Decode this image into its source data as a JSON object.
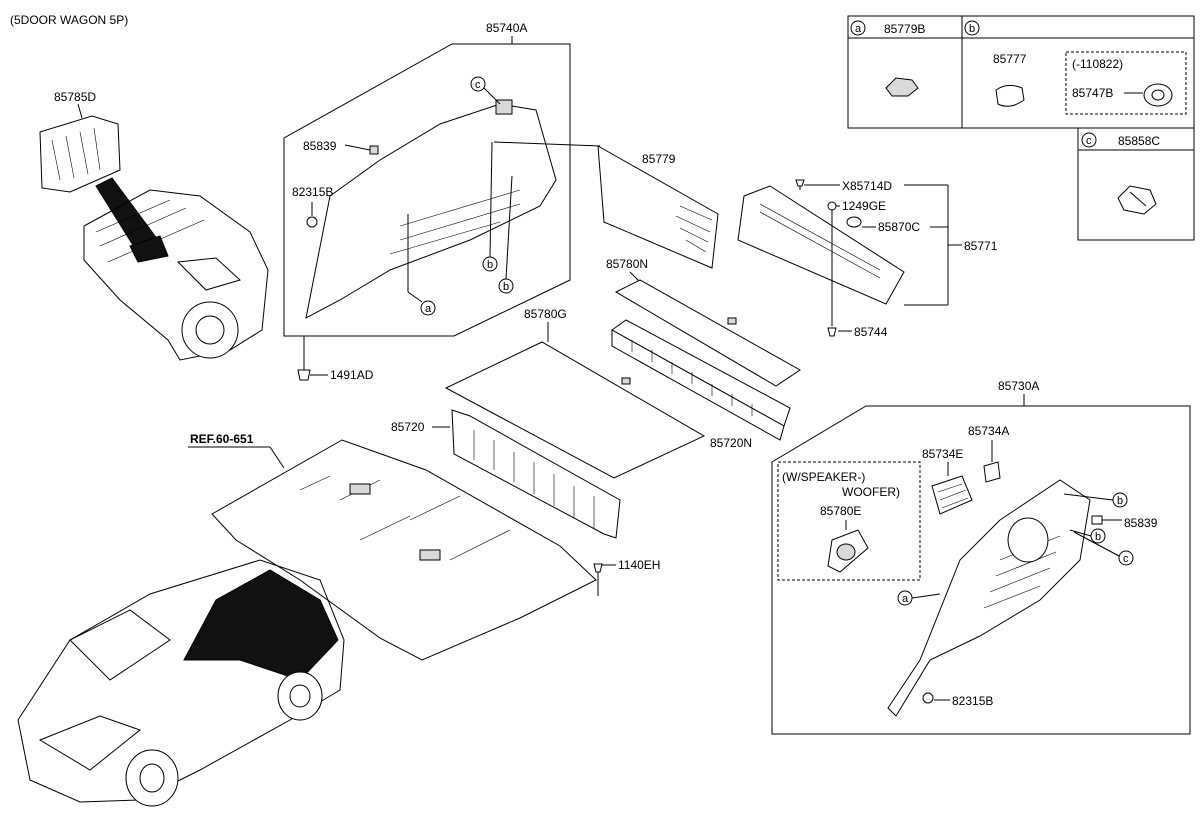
{
  "header": {
    "title": "(5DOOR WAGON 5P)"
  },
  "reference": {
    "label": "REF.60-651"
  },
  "labels": {
    "p85785D": "85785D",
    "p85740A": "85740A",
    "p85839_top": "85839",
    "p82315B_top": "82315B",
    "p1491AD": "1491AD",
    "p85779": "85779",
    "p85780N": "85780N",
    "p85780G": "85780G",
    "p85720": "85720",
    "p85720N": "85720N",
    "pX85714D": "X85714D",
    "p1249GE": "1249GE",
    "p85870C": "85870C",
    "p85771": "85771",
    "p85744": "85744",
    "p1140EH": "1140EH",
    "p85730A": "85730A",
    "p85734A": "85734A",
    "p85734E": "85734E",
    "speaker_line1": "(W/SPEAKER-)",
    "speaker_line2": "WOOFER)",
    "p85780E": "85780E",
    "p85839_bot": "85839",
    "p82315B_bot": "82315B"
  },
  "callouts": {
    "a": "a",
    "b": "b",
    "c": "c"
  },
  "legend": {
    "a_part": "85779B",
    "b_part1": "85777",
    "b_date": "(-110822)",
    "b_part2": "85747B",
    "c_part": "85858C"
  }
}
